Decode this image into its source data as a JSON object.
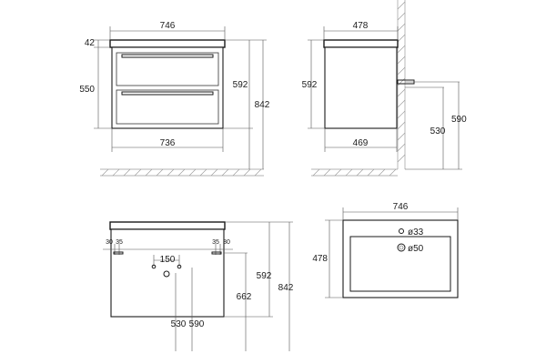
{
  "front_view": {
    "width_top": "746",
    "top_thickness": "42",
    "cabinet_height": "550",
    "body_height": "592",
    "total_height": "842",
    "width_bottom": "736"
  },
  "side_view": {
    "depth_top": "478",
    "body_height": "592",
    "depth_bottom": "469",
    "wall_dim_outer": "590",
    "wall_dim_inner": "530"
  },
  "back_view": {
    "offset_left_a": "30",
    "offset_left_b": "35",
    "offset_right_a": "35",
    "offset_right_b": "30",
    "pipe_spacing": "150",
    "drain_height_a": "530",
    "drain_height_b": "590",
    "mount_height": "662",
    "body_height": "592",
    "total_height": "842"
  },
  "top_view": {
    "width": "746",
    "depth": "478",
    "tap_hole": "ø33",
    "drain_hole": "ø50"
  }
}
